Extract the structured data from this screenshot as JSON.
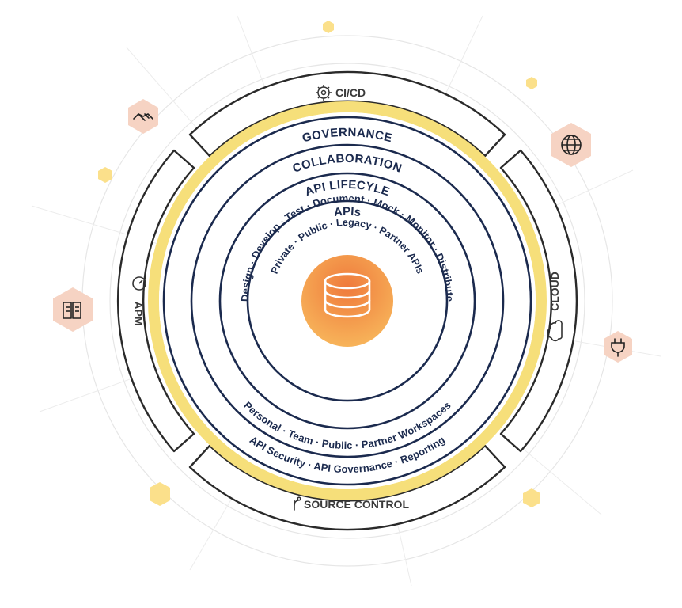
{
  "rings": {
    "governance": {
      "title": "GOVERNANCE",
      "items": "API Security  ·  API Governance  ·  Reporting"
    },
    "collaboration": {
      "title": "COLLABORATION",
      "items": "Personal  ·  Team  ·  Public  ·  Partner Workspaces"
    },
    "lifecycle": {
      "title": "API LIFECYLE",
      "items": "Design · Develop · Test · Document · Mock · Monitor · Distribute"
    },
    "apis": {
      "title": "APIs",
      "items": "Private · Public · Legacy · Partner APIs"
    }
  },
  "segments": {
    "top": "CI/CD",
    "right": "CLOUD",
    "bottom": "SOURCE CONTROL",
    "left": "APM"
  },
  "colors": {
    "navy": "#1b2a4e",
    "yellow": "#f6df7a",
    "peach": "#f6d3c3",
    "orange": "#ef7a3c",
    "orange_light": "#f8b85c",
    "hex_yellow": "#fbe08b"
  },
  "icons": {
    "center": "database-icon",
    "top": "gear-icon",
    "right": "cloud-icon",
    "bottom": "branch-icon",
    "left": "gauge-icon",
    "satellites": [
      "handshake-icon",
      "globe-icon",
      "book-icon",
      "plug-icon"
    ]
  }
}
